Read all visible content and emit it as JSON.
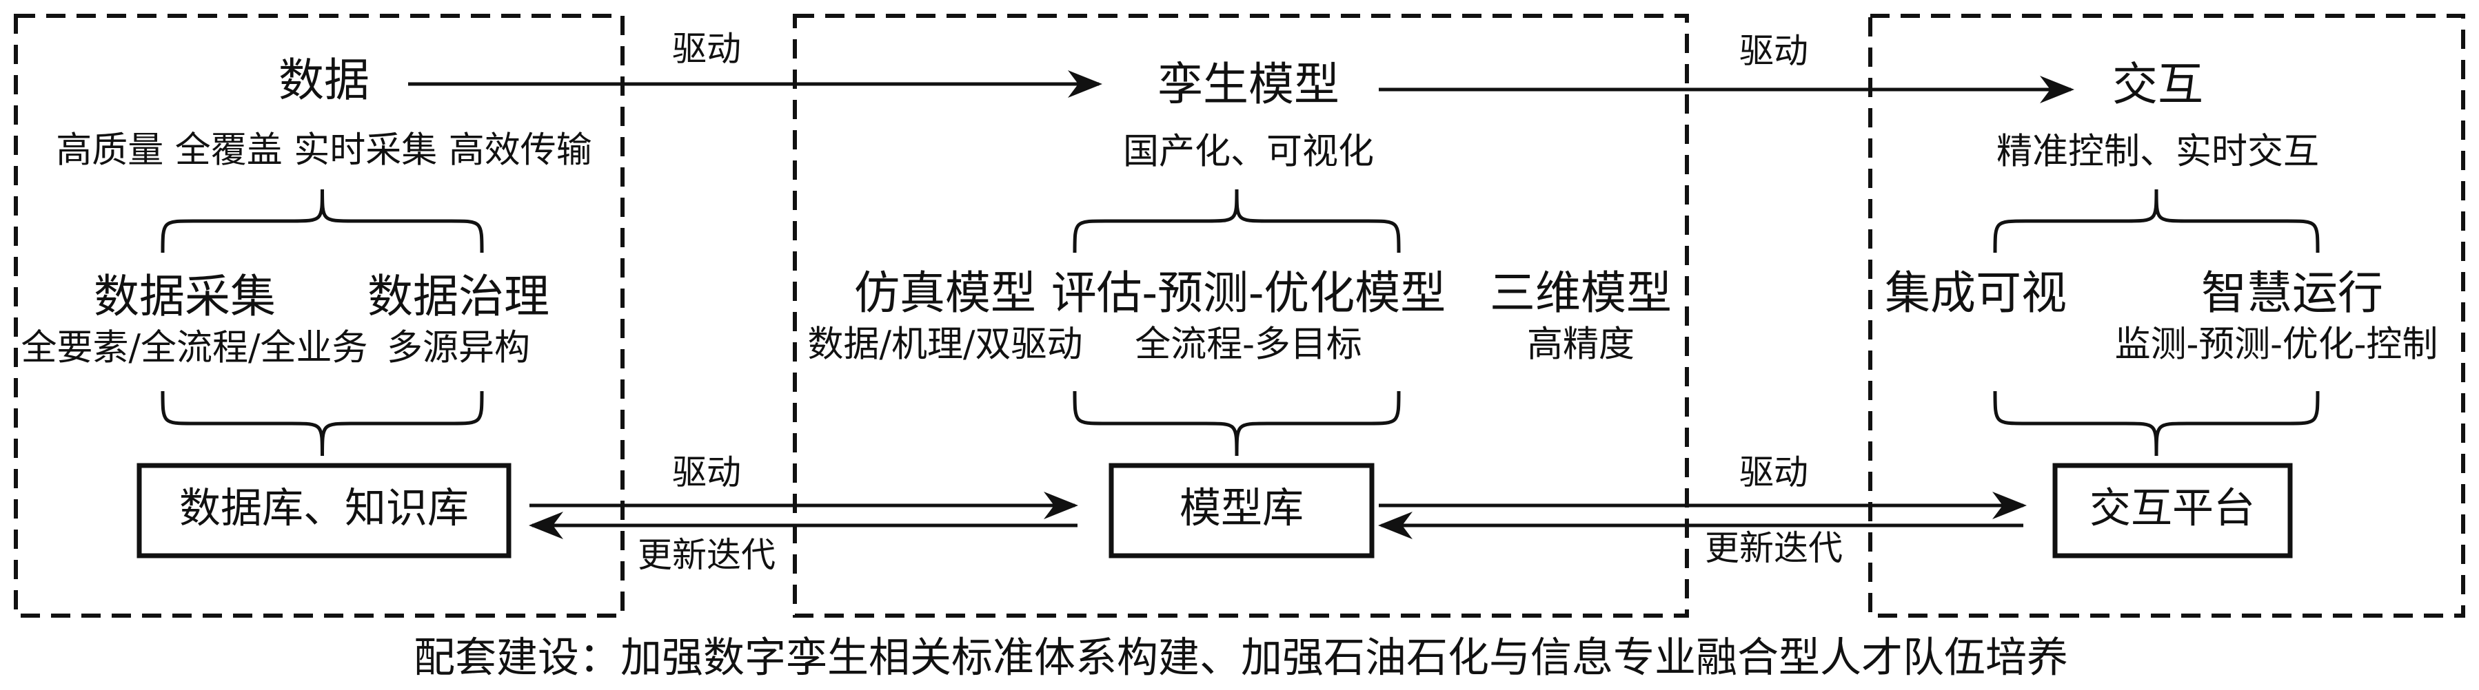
{
  "flow_labels": {
    "drive": "驱动",
    "update": "更新迭代"
  },
  "data_section": {
    "title": "数据",
    "features": "高质量  全覆盖  实时采集  高效传输",
    "items": [
      {
        "name": "数据采集",
        "desc": "全要素/全流程/全业务"
      },
      {
        "name": "数据治理",
        "desc": "多源异构"
      }
    ],
    "box": "数据库、知识库"
  },
  "model_section": {
    "title": "孪生模型",
    "features": "国产化、可视化",
    "items": [
      {
        "name": "仿真模型",
        "desc": "数据/机理/双驱动"
      },
      {
        "name": "评估-预测-优化模型",
        "desc": "全流程-多目标"
      },
      {
        "name": "三维模型",
        "desc": "高精度"
      }
    ],
    "box": "模型库"
  },
  "interaction_section": {
    "title": "交互",
    "features": "精准控制、实时交互",
    "items": [
      {
        "name": "集成可视",
        "desc": ""
      },
      {
        "name": "智慧运行",
        "desc": "监测-预测-优化-控制"
      }
    ],
    "box": "交互平台"
  },
  "caption": "配套建设：加强数字孪生相关标准体系构建、加强石油石化与信息专业融合型人才队伍培养"
}
